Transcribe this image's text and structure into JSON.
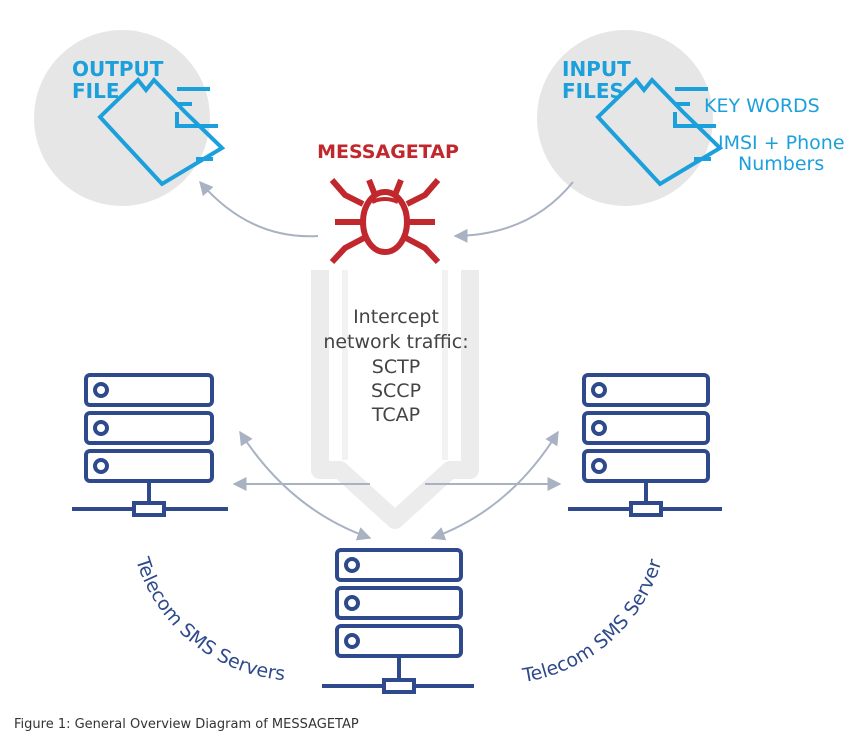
{
  "colors": {
    "blue": "#1ca0dc",
    "navy": "#2e4a8c",
    "red": "#c0282d",
    "circle": "#e6e6e6",
    "arrow": "#a8b2c2",
    "shadow": "#ececec",
    "text": "#333333"
  },
  "output": {
    "line1": "OUTPUT",
    "line2": "FILE",
    "icon": "file-icon"
  },
  "input": {
    "line1": "INPUT",
    "line2": "FILES",
    "icon": "file-icon",
    "item1": "KEY WORDS",
    "item2a": "IMSI + Phone",
    "item2b": "Numbers"
  },
  "messagetap": {
    "label": "MESSAGETAP",
    "icon": "bug-icon"
  },
  "intercept": {
    "line1": "Intercept",
    "line2": "network traffic:",
    "protocols": [
      "SCTP",
      "SCCP",
      "TCAP"
    ]
  },
  "servers": {
    "left_label": "Telecom SMS Servers",
    "right_label": "Telecom SMS Servers",
    "icon": "server-icon"
  },
  "caption": "Figure 1: General Overview Diagram of MESSAGETAP"
}
